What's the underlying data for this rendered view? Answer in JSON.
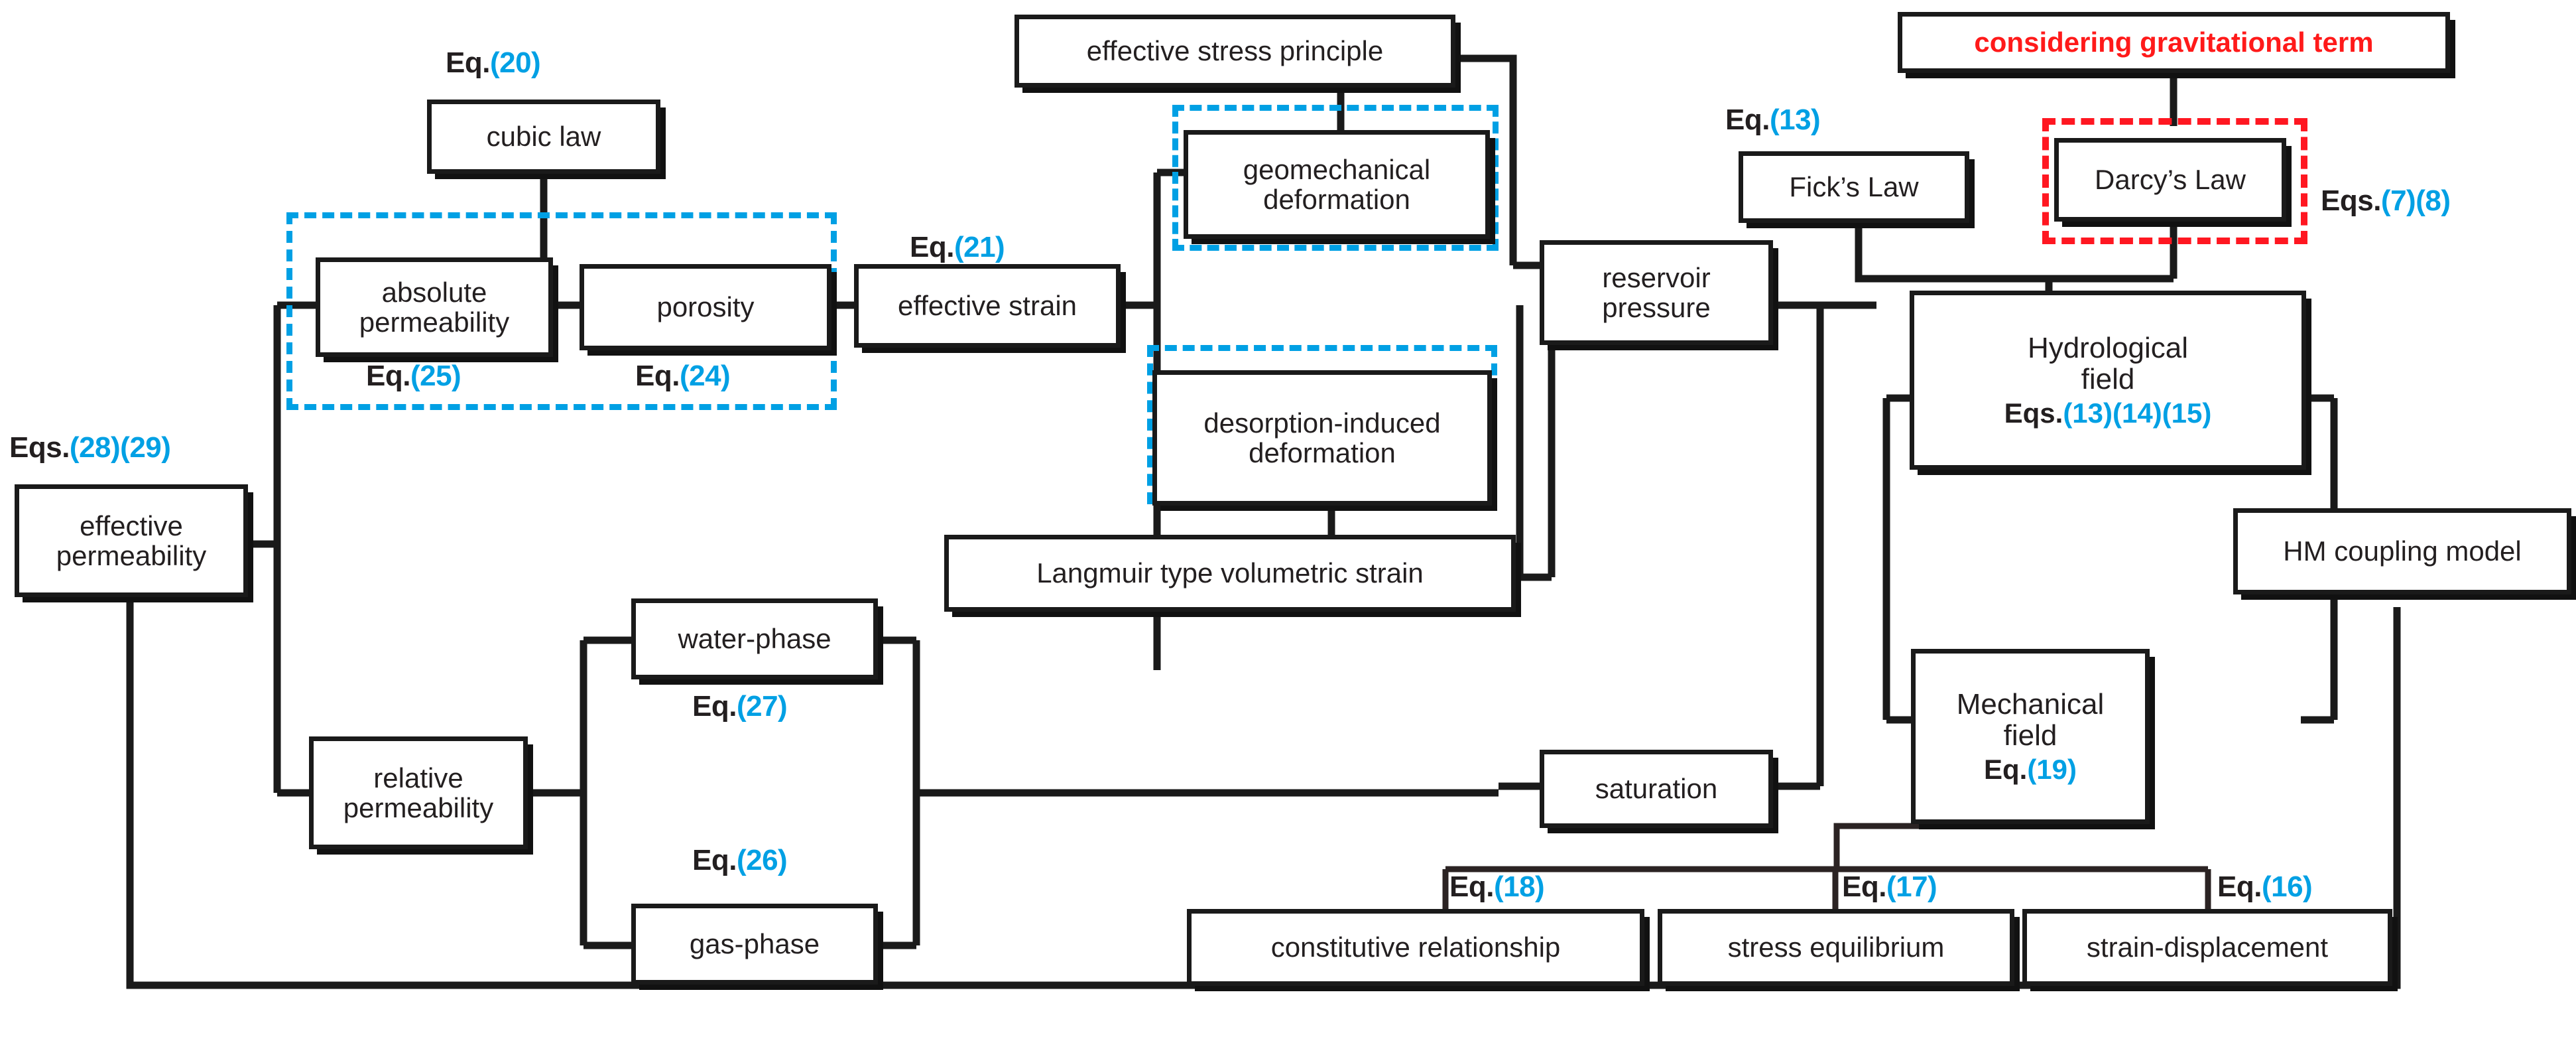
{
  "diagram": {
    "title_text_colors": {
      "box_border": "#1a1a1a",
      "text": "#231f20",
      "equation_blue": "#00A0E4",
      "highlight_red": "#FF1A1A",
      "dashed_blue": "#00A0E4",
      "dashed_red": "#FF1721"
    },
    "nodes": [
      {
        "id": "cubic_law",
        "label": "cubic law"
      },
      {
        "id": "absolute_perm",
        "label": "absolute\npermeability"
      },
      {
        "id": "porosity",
        "label": "porosity"
      },
      {
        "id": "effective_strain",
        "label": "effective strain"
      },
      {
        "id": "eff_stress_prin",
        "label": "effective stress principle"
      },
      {
        "id": "geomech_def",
        "label": "geomechanical\ndeformation"
      },
      {
        "id": "desorp_def",
        "label": "desorption-induced\ndeformation"
      },
      {
        "id": "langmuir",
        "label": "Langmuir type volumetric strain"
      },
      {
        "id": "eff_perm",
        "label": "effective\npermeability"
      },
      {
        "id": "rel_perm",
        "label": "relative\npermeability"
      },
      {
        "id": "water_phase",
        "label": "water-phase"
      },
      {
        "id": "gas_phase",
        "label": "gas-phase"
      },
      {
        "id": "reservoir_press",
        "label": "reservoir\npressure"
      },
      {
        "id": "saturation",
        "label": "saturation"
      },
      {
        "id": "gravitational",
        "label": "considering gravitational term"
      },
      {
        "id": "ficks_law",
        "label": "Fick’s Law"
      },
      {
        "id": "darcys_law",
        "label": "Darcy’s Law"
      },
      {
        "id": "hydro_field",
        "label": "Hydrological\nfield"
      },
      {
        "id": "mech_field",
        "label": "Mechanical\nfield"
      },
      {
        "id": "hm_model",
        "label": "HM coupling model"
      },
      {
        "id": "constitutive",
        "label": "constitutive relationship"
      },
      {
        "id": "stress_equil",
        "label": "stress equilibrium"
      },
      {
        "id": "strain_disp",
        "label": "strain-displacement"
      }
    ],
    "inner_equations": {
      "hydro_field": {
        "prefix": "Eqs.",
        "numbers": "(13)(14)(15)"
      },
      "mech_field": {
        "prefix": "Eq.",
        "numbers": "(19)"
      }
    },
    "equation_labels": [
      {
        "id": "eq20",
        "prefix": "Eq.",
        "numbers": "(20)"
      },
      {
        "id": "eq25",
        "prefix": "Eq.",
        "numbers": "(25)"
      },
      {
        "id": "eq24",
        "prefix": "Eq.",
        "numbers": "(24)"
      },
      {
        "id": "eq21",
        "prefix": "Eq.",
        "numbers": "(21)"
      },
      {
        "id": "eq2829",
        "prefix": "Eqs.",
        "numbers": "(28)(29)"
      },
      {
        "id": "eq27",
        "prefix": "Eq.",
        "numbers": "(27)"
      },
      {
        "id": "eq26",
        "prefix": "Eq.",
        "numbers": "(26)"
      },
      {
        "id": "eq13",
        "prefix": "Eq.",
        "numbers": "(13)"
      },
      {
        "id": "eq78",
        "prefix": "Eqs.",
        "numbers": "(7)(8)"
      },
      {
        "id": "eq18",
        "prefix": "Eq.",
        "numbers": "(18)"
      },
      {
        "id": "eq17",
        "prefix": "Eq.",
        "numbers": "(17)"
      },
      {
        "id": "eq16",
        "prefix": "Eq.",
        "numbers": "(16)"
      }
    ]
  }
}
